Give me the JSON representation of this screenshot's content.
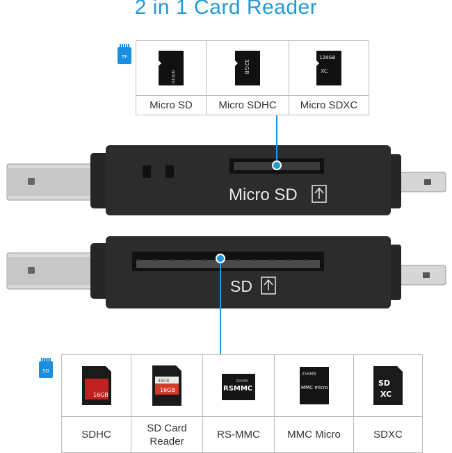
{
  "title": "2 in 1 Card Reader",
  "tf_tag": "TF",
  "sd_tag": "SD",
  "top_cards": [
    {
      "label": "Micro SD"
    },
    {
      "label": "Micro SDHC",
      "card_text": "32GB"
    },
    {
      "label": "Micro SDXC",
      "card_text": "128GB"
    }
  ],
  "top_reader": {
    "slot_label": "Micro SD"
  },
  "bottom_reader": {
    "slot_label": "SD"
  },
  "bottom_cards": [
    {
      "label": "SDHC",
      "card_text": "16GB"
    },
    {
      "label": "SD Card Reader",
      "card_text": "16GB",
      "card_text2": "48GB"
    },
    {
      "label": "RS-MMC",
      "card_text": "RSMMC",
      "card_text2": "256MB"
    },
    {
      "label": "MMC Micro",
      "card_text": "MMC micro",
      "card_text2": "256MB"
    },
    {
      "label": "SDXC"
    }
  ],
  "colors": {
    "accent": "#1f9ad8",
    "tag": "#1a8fe0",
    "body": "#2b2b2b"
  }
}
